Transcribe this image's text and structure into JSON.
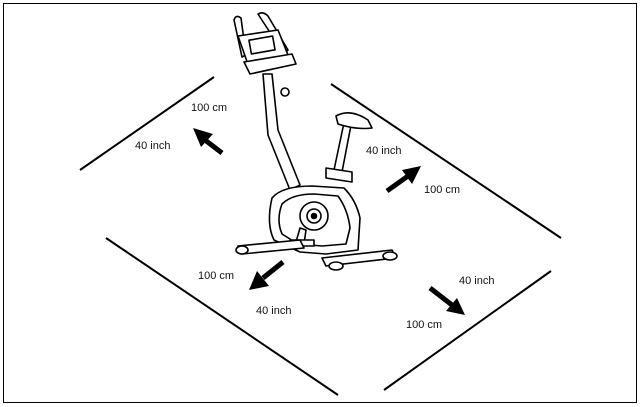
{
  "labels": {
    "back_cm": "100 cm",
    "back_inch": "40 inch",
    "right_inch": "40 inch",
    "right_cm": "100 cm",
    "front_left_cm": "100 cm",
    "front_left_inch": "40 inch",
    "front_right_inch": "40 inch",
    "front_right_cm": "100 cm"
  },
  "colors": {
    "line": "#000000",
    "background": "#ffffff"
  }
}
